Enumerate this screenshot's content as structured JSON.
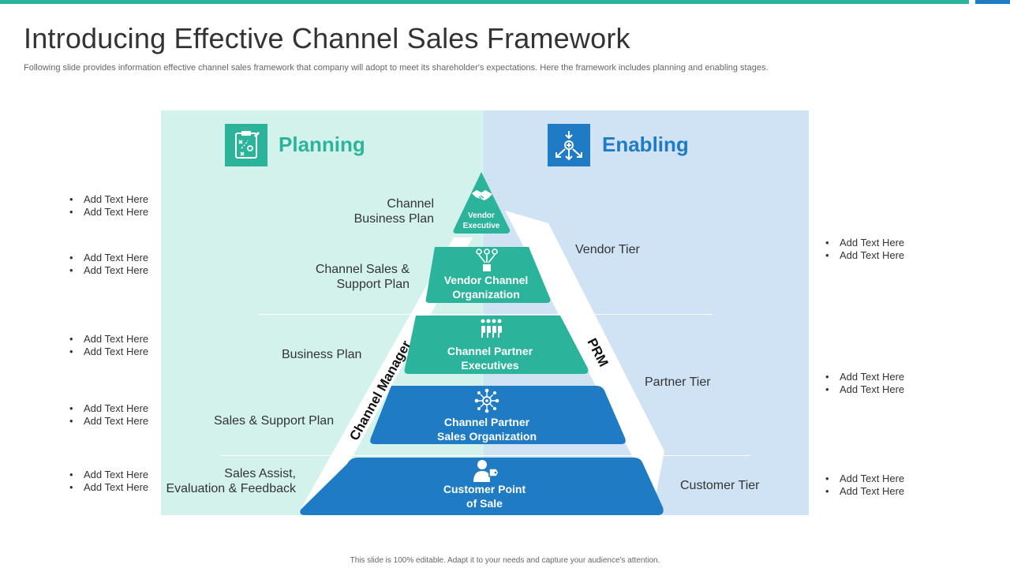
{
  "header": {
    "title": "Introducing Effective Channel Sales Framework",
    "subtitle": "Following slide provides information effective channel sales framework that company will adopt to meet its shareholder's expectations. Here the framework includes planning and enabling stages."
  },
  "colors": {
    "teal": "#2bb39b",
    "blue": "#1f7bc4",
    "teal_panel": "#d3f2ec",
    "blue_panel": "#cfe3f5"
  },
  "planning": {
    "title": "Planning",
    "icon": "strategy-board-icon"
  },
  "enabling": {
    "title": "Enabling",
    "icon": "converge-arrows-icon"
  },
  "planning_labels": [
    "Channel\nBusiness Plan",
    "Channel Sales &\nSupport Plan",
    "Business Plan",
    "Sales & Support Plan",
    "Sales Assist,\nEvaluation & Feedback"
  ],
  "tiers": [
    "Vendor Tier",
    "Partner Tier",
    "Customer Tier"
  ],
  "pyramid": [
    {
      "label": "Vendor\nExecutive",
      "icon": "handshake-icon"
    },
    {
      "label": "Vendor Channel\nOrganization",
      "icon": "org-chart-icon"
    },
    {
      "label": "Channel Partner\nExecutives",
      "icon": "team-icon"
    },
    {
      "label": "Channel Partner\nSales Organization",
      "icon": "network-icon"
    },
    {
      "label": "Customer Point\nof Sale",
      "icon": "customer-tag-icon"
    }
  ],
  "side_bands": {
    "left": "Channel Manager",
    "right": "PRM"
  },
  "left_notes": [
    [
      "Add Text Here",
      "Add Text Here"
    ],
    [
      "Add Text Here",
      "Add Text Here"
    ],
    [
      "Add Text Here",
      "Add Text Here"
    ],
    [
      "Add Text Here",
      "Add Text Here"
    ],
    [
      "Add Text Here",
      "Add Text Here"
    ]
  ],
  "right_notes": [
    [
      "Add Text Here",
      "Add Text Here"
    ],
    [
      "Add Text Here",
      "Add Text Here"
    ],
    [
      "Add Text Here",
      "Add Text Here"
    ]
  ],
  "footer": "This slide is 100% editable. Adapt it to your needs and capture your audience's attention."
}
